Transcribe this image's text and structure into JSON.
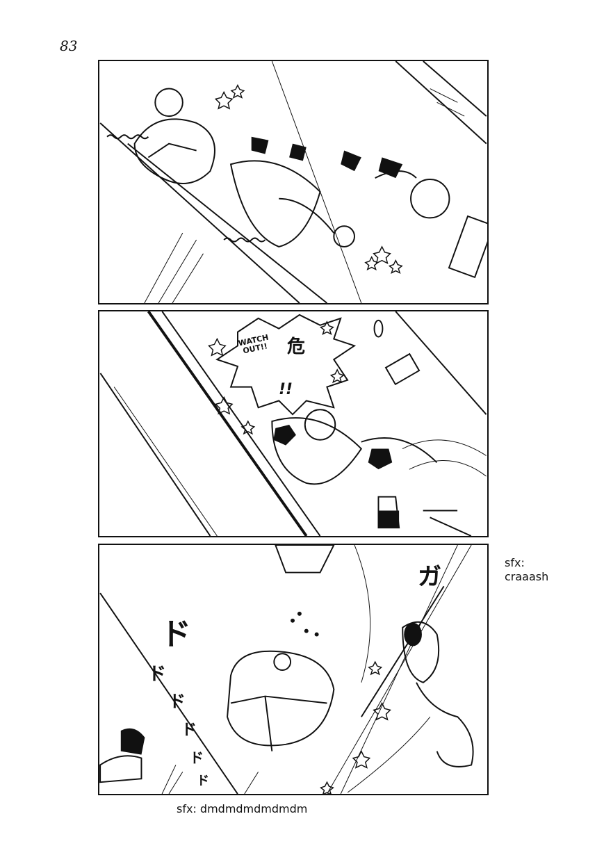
{
  "page": {
    "number": "83"
  },
  "panels": {
    "panel2": {
      "shout": "WATCH OUT!!",
      "shout_kanji": "危",
      "shout_marks": "!!"
    },
    "panel3": {
      "sfx_ga": "ガ",
      "sfx_do": "ド"
    }
  },
  "translation_notes": {
    "right": {
      "line1": "sfx:",
      "line2": "craaash"
    },
    "bottom": "sfx: dmdmdmdmdmdm"
  }
}
